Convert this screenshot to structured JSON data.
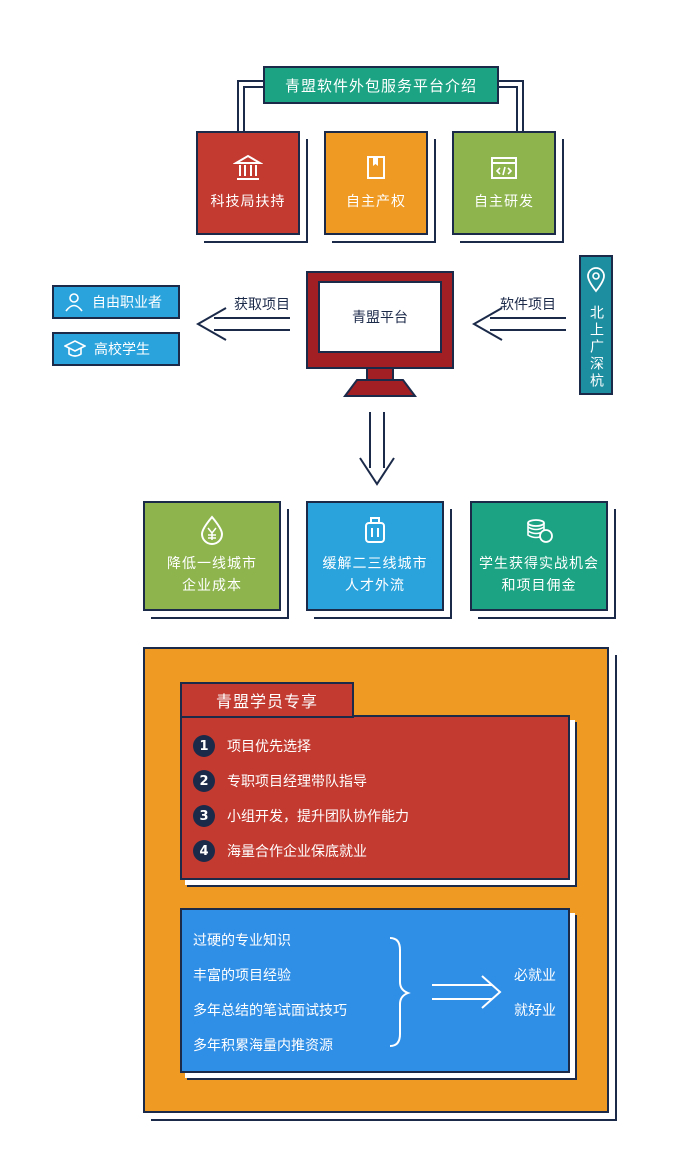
{
  "title": "青盟软件外包服务平台介绍",
  "top_cards": [
    {
      "label": "科技局扶持",
      "icon": "bank-icon",
      "color": "#c23a30"
    },
    {
      "label": "自主产权",
      "icon": "book-icon",
      "color": "#ef9a23"
    },
    {
      "label": "自主研发",
      "icon": "code-window-icon",
      "color": "#8db44d"
    }
  ],
  "platform": {
    "label": "青盟平台",
    "color": "#a21f24"
  },
  "left_arrow_label": "获取项目",
  "right_arrow_label": "软件项目",
  "left_tags": [
    {
      "label": "自由职业者",
      "icon": "person-icon"
    },
    {
      "label": "高校学生",
      "icon": "graduation-cap-icon"
    }
  ],
  "city_tag": {
    "label": "北上广深杭",
    "icon": "location-pin-icon"
  },
  "benefit_cards": [
    {
      "label": "降低一线城市\n企业成本",
      "icon": "money-drop-icon",
      "color": "#8db44d"
    },
    {
      "label": "缓解二三线城市\n人才外流",
      "icon": "suitcase-icon",
      "color": "#2aa3dd"
    },
    {
      "label": "学生获得实战机会\n和项目佣金",
      "icon": "coins-icon",
      "color": "#1ba383"
    }
  ],
  "exclusive": {
    "title": "青盟学员专享",
    "items": [
      {
        "num": "1",
        "text": "项目优先选择"
      },
      {
        "num": "2",
        "text": "专职项目经理带队指导"
      },
      {
        "num": "3",
        "text": "小组开发，提升团队协作能力"
      },
      {
        "num": "4",
        "text": "海量合作企业保底就业"
      }
    ]
  },
  "skills": [
    "过硬的专业知识",
    "丰富的项目经验",
    "多年总结的笔试面试技巧",
    "多年积累海量内推资源"
  ],
  "results": [
    "必就业",
    "就好业"
  ]
}
